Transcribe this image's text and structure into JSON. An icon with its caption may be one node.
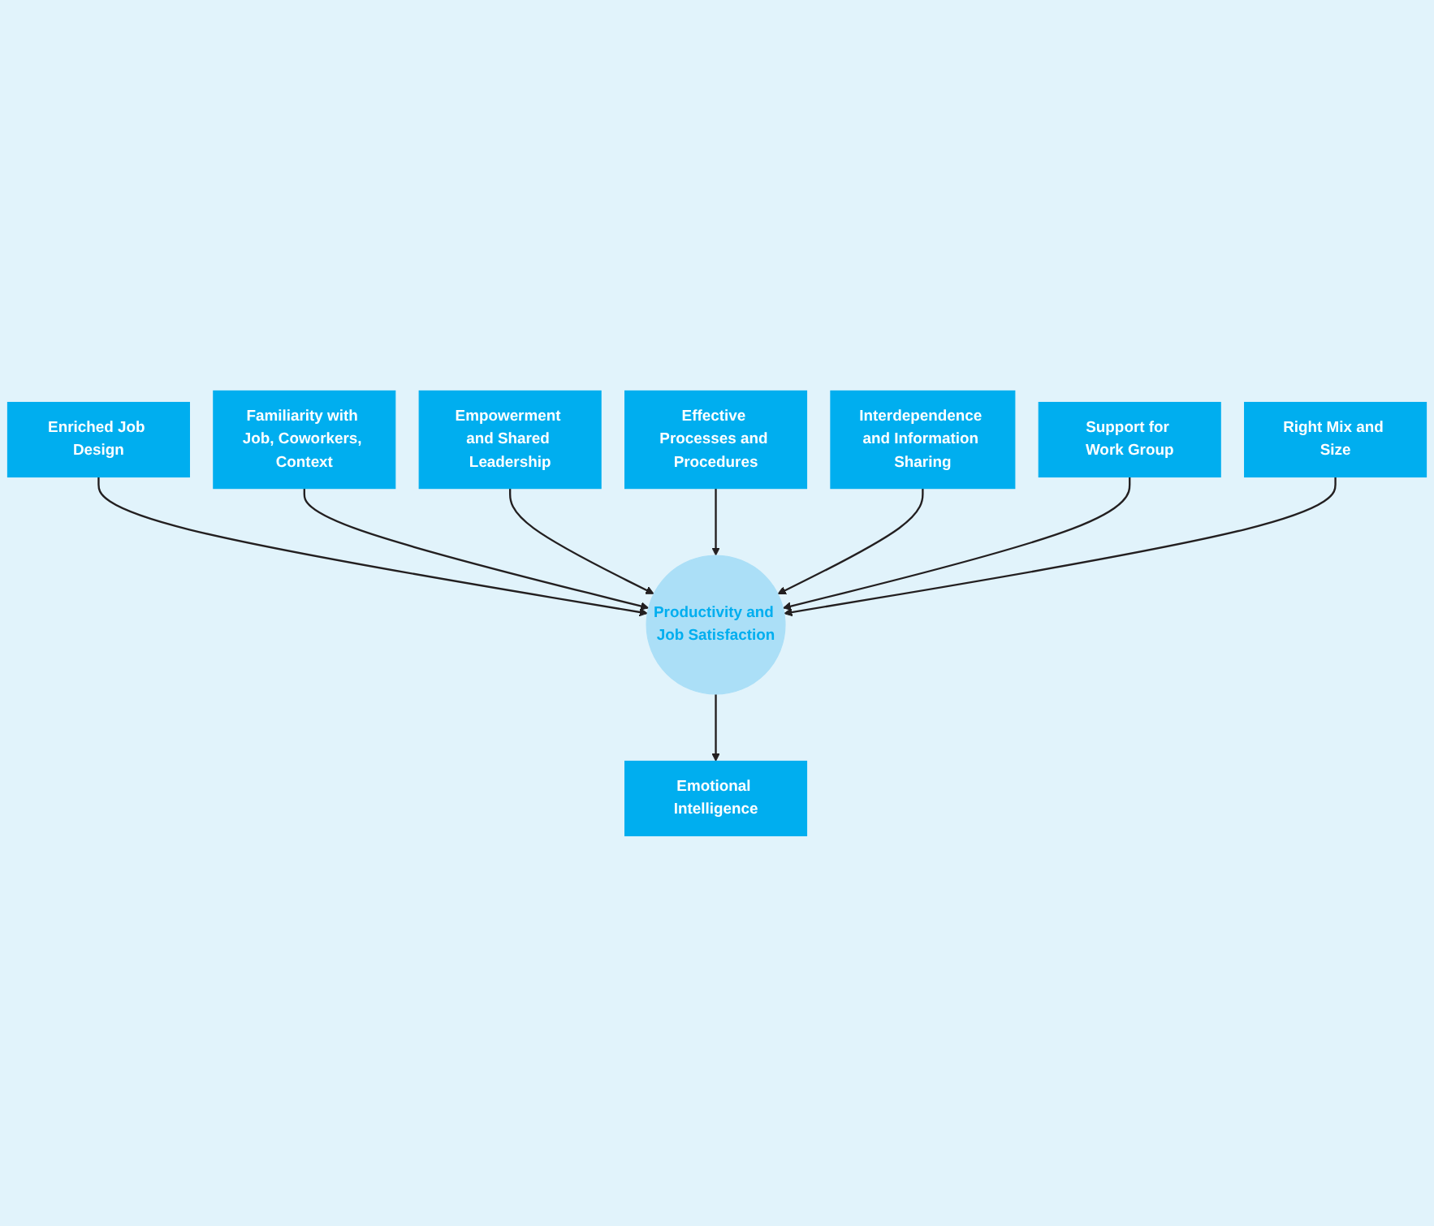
{
  "diagram": {
    "nodes": [
      {
        "text": [
          "Enriched Job Design"
        ]
      },
      {
        "text": [
          "Familiarity with Job, Coworkers, Context"
        ]
      },
      {
        "text": [
          "Empowerment and Shared Leadership"
        ]
      },
      {
        "text": [
          "Effective Processes and Procedures"
        ]
      },
      {
        "text": [
          "Productivity and Job Satisfaction"
        ]
      },
      {
        "text": [
          "Interdependence and Information Sharing"
        ]
      },
      {
        "text": [
          "Support for Work Group"
        ]
      },
      {
        "text": [
          "Right Mix and Size"
        ]
      },
      {
        "text": [
          "Emotional Intelligence"
        ]
      }
    ],
    "edges": [
      {
        "from": 0,
        "to": 4,
        "arrow": "to"
      },
      {
        "from": 1,
        "to": 4,
        "arrow": "to"
      },
      {
        "from": 2,
        "to": 4,
        "arrow": "to"
      },
      {
        "from": 3,
        "to": 4,
        "arrow": "to"
      },
      {
        "from": 5,
        "to": 4,
        "arrow": "to"
      },
      {
        "from": 6,
        "to": 4,
        "arrow": "to"
      },
      {
        "from": 7,
        "to": 4,
        "arrow": "to"
      },
      {
        "from": 4,
        "to": 8,
        "arrow": "to"
      }
    ]
  }
}
